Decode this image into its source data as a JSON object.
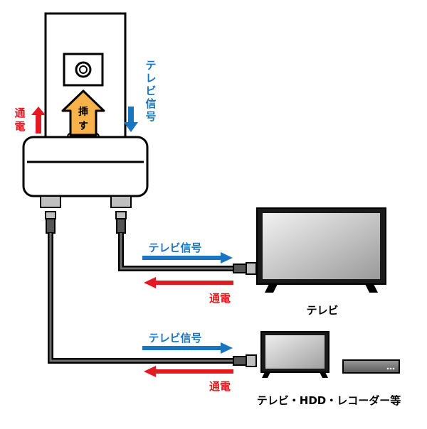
{
  "labels": {
    "insert": "挿す",
    "power_top": "通電",
    "signal_vertical": "テレビ信号",
    "tv_signal_upper": "テレビ信号",
    "power_upper": "通電",
    "tv_caption": "テレビ",
    "tv_signal_lower": "テレビ信号",
    "power_lower": "通電",
    "devices_caption": "テレビ・HDD・レコーダー等"
  },
  "colors": {
    "signal_blue": "#1a75c0",
    "power_red": "#e21a23",
    "insert_orange": "#f7b24c"
  },
  "icons": {
    "wall_outlet": "wall-outlet-icon",
    "splitter": "splitter-box-icon",
    "tv_large": "tv-icon",
    "tv_small": "small-tv-icon",
    "recorder": "recorder-icon"
  }
}
